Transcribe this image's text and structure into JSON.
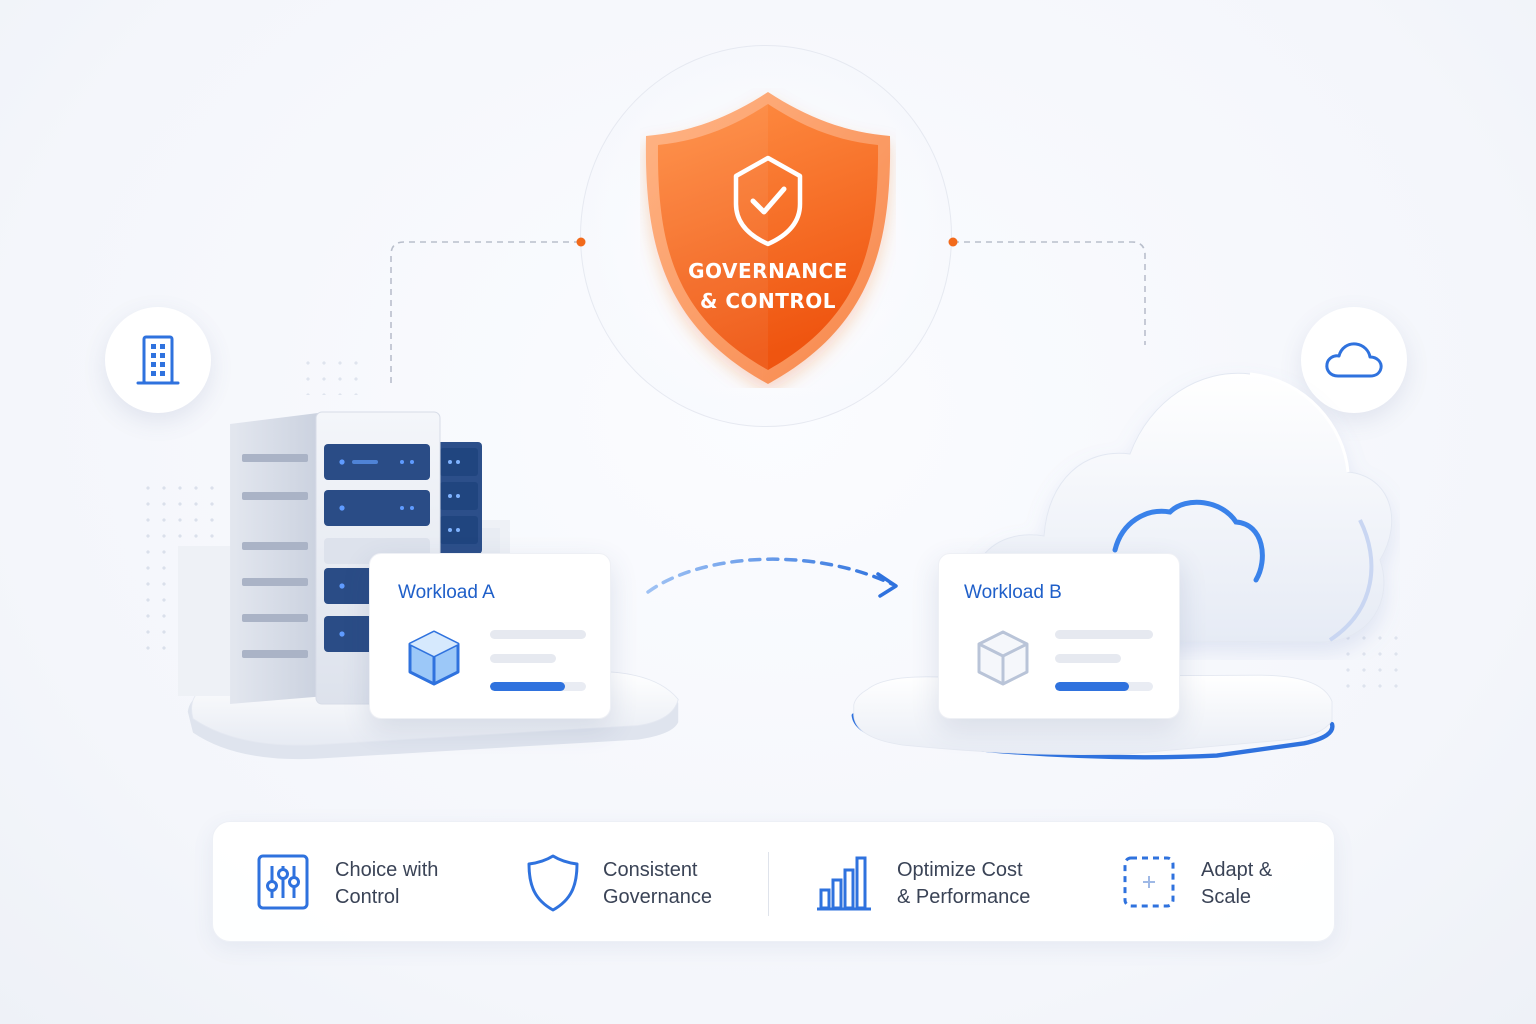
{
  "shield": {
    "line1": "GOVERNANCE",
    "line2": "& CONTROL",
    "icon": "shield-check-icon",
    "colors": {
      "top": "#ff8a3d",
      "bottom": "#f25a12",
      "rim": "#ffb07a"
    }
  },
  "left_badge": {
    "icon": "building-icon"
  },
  "right_badge": {
    "icon": "cloud-icon"
  },
  "workload_a": {
    "title": "Workload A",
    "icon": "cube-icon",
    "progress": 0.78
  },
  "workload_b": {
    "title": "Workload B",
    "icon": "cube-outline-icon",
    "progress": 0.75
  },
  "features": [
    {
      "icon": "sliders-icon",
      "line1": "Choice with",
      "line2": "Control"
    },
    {
      "icon": "shield-icon",
      "line1": "Consistent",
      "line2": "Governance"
    },
    {
      "icon": "bar-chart-icon",
      "line1": "Optimize Cost",
      "line2": "& Performance"
    },
    {
      "icon": "expand-icon",
      "line1": "Adapt &",
      "line2": "Scale"
    }
  ],
  "colors": {
    "accent": "#2f72de",
    "orange": "#f26a1b",
    "text": "#3a4356"
  }
}
